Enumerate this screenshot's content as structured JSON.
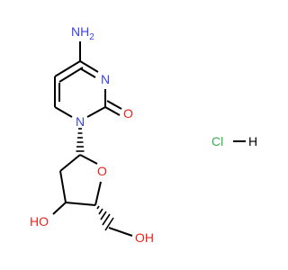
{
  "atoms": {
    "amine": "NH",
    "amine_sub": "2",
    "n3": "N",
    "n1": "N",
    "o_carbonyl": "O",
    "o_ring": "O",
    "ho_left": "HO",
    "oh_right": "OH",
    "cl": "Cl",
    "h": "H"
  },
  "colors": {
    "nitrogen": "#3B44E6",
    "oxygen": "#E8251C",
    "chlorine": "#34B24A",
    "bond": "#000000"
  }
}
